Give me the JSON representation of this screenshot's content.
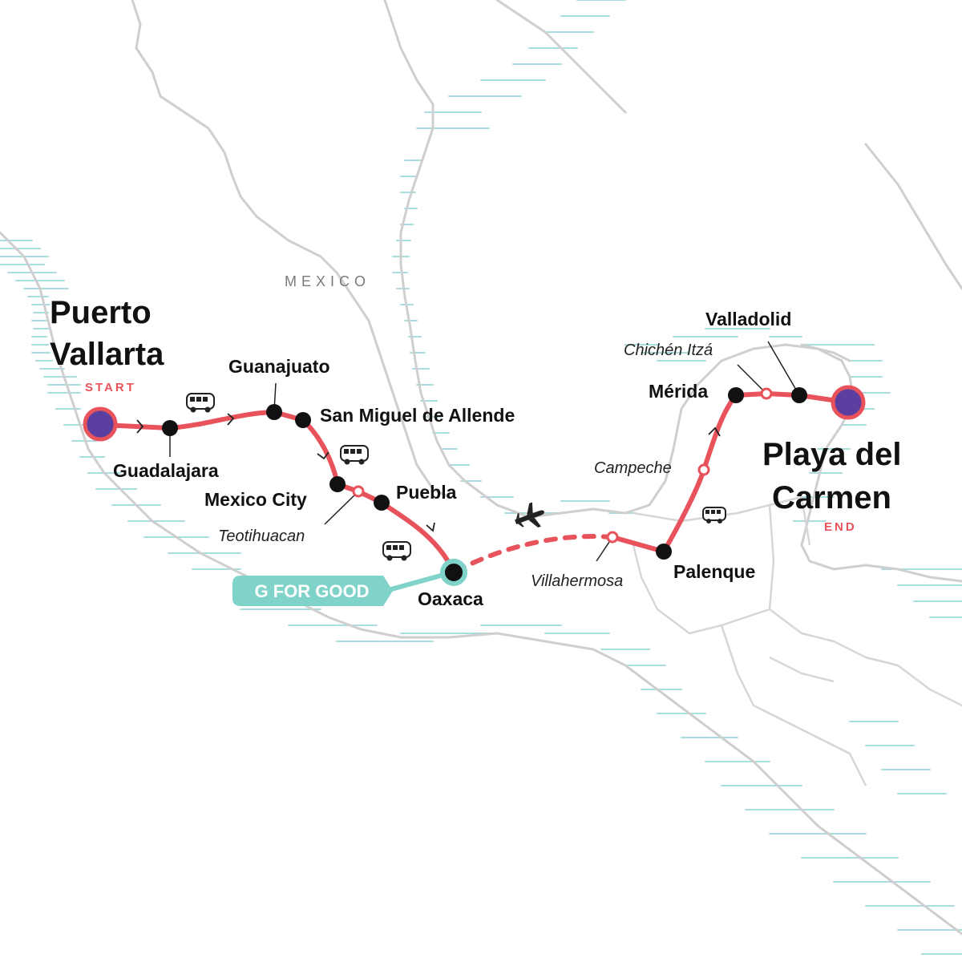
{
  "map": {
    "country_label": "MEXICO",
    "start": {
      "name_line1": "Puerto",
      "name_line2": "Vallarta",
      "tag": "START"
    },
    "end": {
      "name_line1": "Playa del",
      "name_line2": "Carmen",
      "tag": "END"
    },
    "stops": {
      "guadalajara": "Guadalajara",
      "guanajuato": "Guanajuato",
      "san_miguel": "San Miguel de Allende",
      "mexico_city": "Mexico City",
      "puebla": "Puebla",
      "oaxaca": "Oaxaca",
      "palenque": "Palenque",
      "merida": "Mérida",
      "valladolid": "Valladolid"
    },
    "sights": {
      "teotihuacan": "Teotihuacan",
      "villahermosa": "Villahermosa",
      "campeche": "Campeche",
      "chichen_itza": "Chichén Itzá"
    },
    "badge": "G FOR GOOD",
    "colors": {
      "route": "#e8525b",
      "endpoint": "#5b3fa0",
      "badge": "#7fd3c9"
    },
    "icons": [
      "bus-icon",
      "plane-icon"
    ]
  }
}
